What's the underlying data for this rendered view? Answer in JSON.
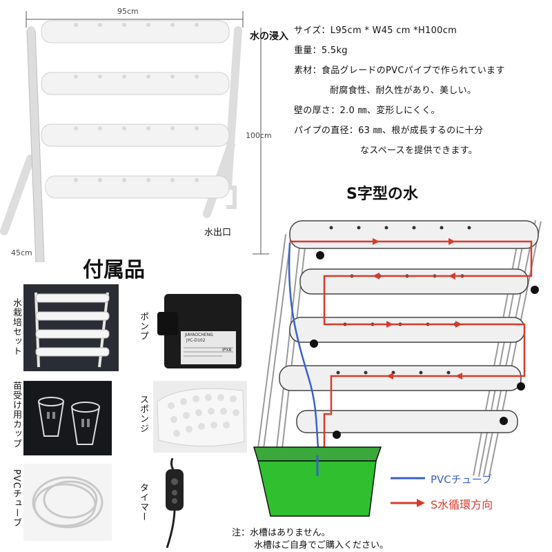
{
  "rack_top": {
    "width_label": "95cm",
    "height_label": "100cm",
    "depth_label": "45cm",
    "water_in_label": "水の浸入",
    "water_out_label": "水出口"
  },
  "specs": [
    "サイズ：L95cm * W45 cm *H100cm",
    "重量：5.5kg",
    "素材：食品グレードのPVCパイプで作られています",
    "耐腐食性、耐久性があり、美しい。",
    "壁の厚さ：2.0 ㎜、変形しにくく。",
    "パイプの直径：63 ㎜、根が成長するのに十分",
    "なスペースを提供できます。"
  ],
  "s_flow_title": "S字型の水",
  "accessories": {
    "title": "付属品",
    "items": [
      "水栽培セット",
      "ポンプ",
      "苗受け用カップ",
      "スポンジ",
      "PVCチューブ",
      "タイマー"
    ],
    "pump_text": [
      "JIAYAOCHENG",
      "JYC-D102",
      "IPX8"
    ]
  },
  "legend": {
    "pvc_tube": "PVCチューブ",
    "s_cycle": "S水循環方向",
    "pvc_color": "#3a5fcd",
    "cycle_color": "#d93a2b"
  },
  "notes": [
    "注：水槽はありません。",
    "水槽はご自身でご購入ください。"
  ]
}
